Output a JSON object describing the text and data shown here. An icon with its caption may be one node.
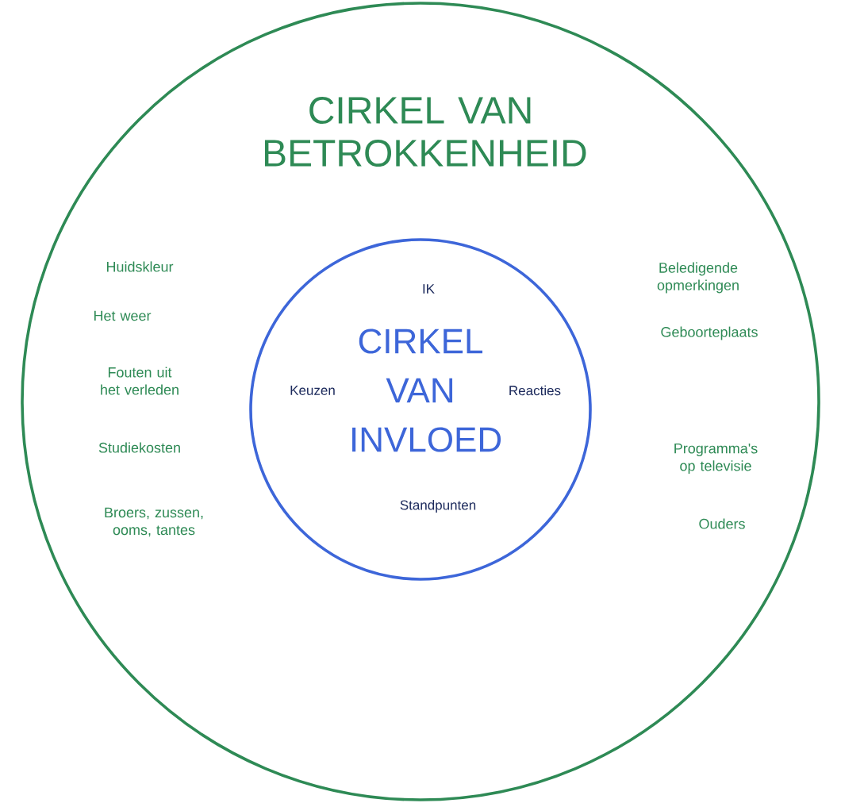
{
  "diagram": {
    "nodes": [
      {
        "text": [
          "CIRKEL VAN BETROKKENHEID",
          "Huidskleur",
          "Het weer",
          "Fouten uit het verleden",
          "Studiekosten",
          "Broers, zussen, ooms, tantes",
          "Beledigende opmerkingen",
          "Geboorteplaats",
          "Programma's op televisie",
          "Ouders"
        ]
      },
      {
        "text": [
          "IK",
          "Keuzen",
          "CIRKEL VAN INVLOED",
          "Reacties",
          "Standpunten"
        ],
        "in": 0
      }
    ],
    "edges": []
  }
}
